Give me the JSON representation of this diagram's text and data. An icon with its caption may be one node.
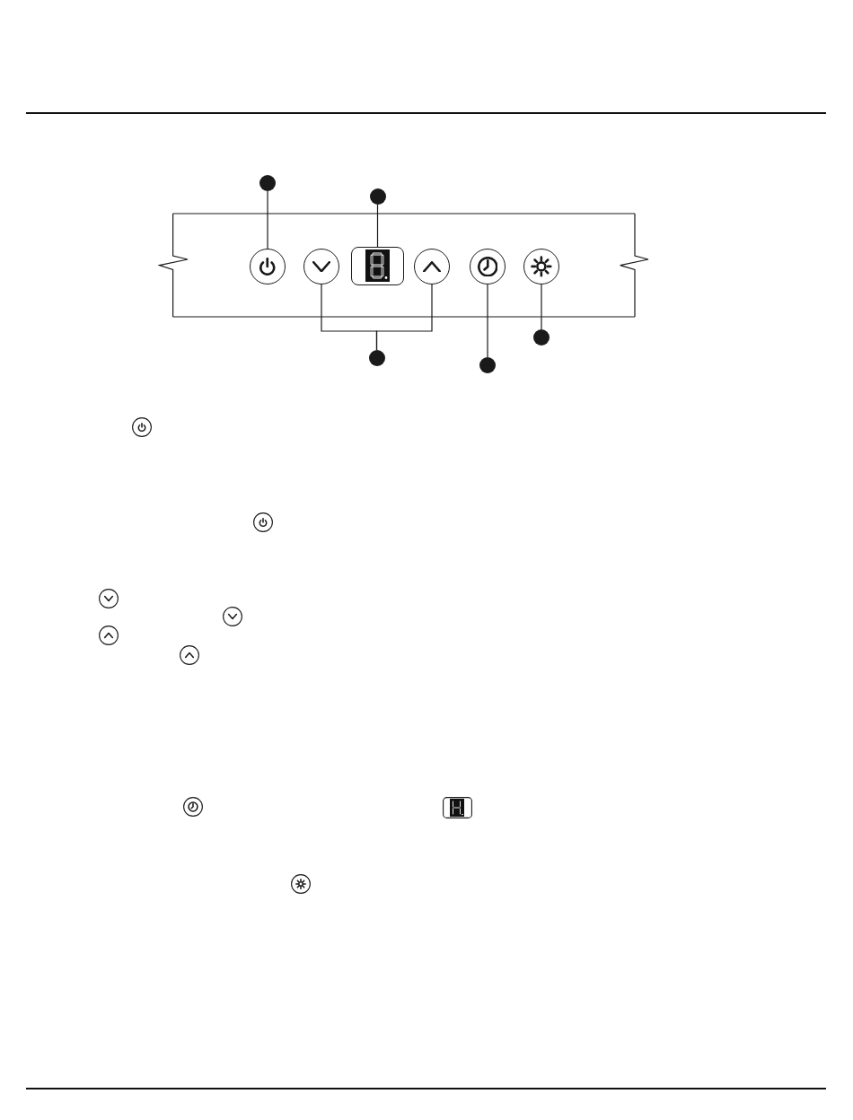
{
  "diagram": {
    "nodes": [
      {
        "text": [],
        "shape": "circle"
      },
      {
        "text": [],
        "shape": "circle"
      },
      {
        "text": [],
        "shape": "box"
      },
      {
        "text": [],
        "shape": "circle",
        "in": 2
      },
      {
        "text": [],
        "shape": "circle",
        "in": 2
      },
      {
        "text": [],
        "shape": "box",
        "in": 2
      },
      {
        "text": [],
        "shape": "circle",
        "in": 2
      },
      {
        "text": [],
        "shape": "circle",
        "in": 2
      },
      {
        "text": [],
        "shape": "circle",
        "in": 2
      },
      {
        "text": [],
        "shape": "circle"
      },
      {
        "text": [],
        "shape": "circle"
      },
      {
        "text": [],
        "shape": "circle"
      }
    ],
    "edges": [
      {
        "from": 0,
        "to": 3,
        "arrow": "none"
      },
      {
        "from": 1,
        "to": 5,
        "arrow": "none"
      },
      {
        "from": 9,
        "to": 4,
        "arrow": "none"
      },
      {
        "from": 9,
        "to": 6,
        "arrow": "none"
      },
      {
        "from": 10,
        "to": 7,
        "arrow": "none"
      },
      {
        "from": 11,
        "to": 8,
        "arrow": "none"
      }
    ]
  }
}
